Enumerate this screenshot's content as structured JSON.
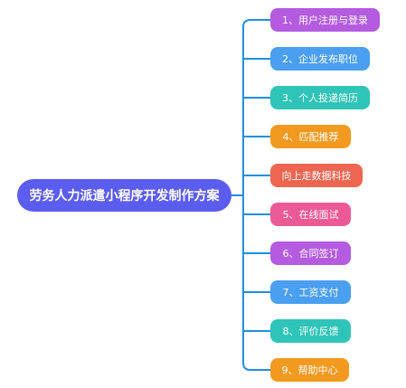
{
  "diagram": {
    "type": "mindmap",
    "root": {
      "label": "劳务人力派遣小程序开发制作方案",
      "color": "#5b5cf0"
    },
    "connector_color": "#1f8fe0",
    "branches": [
      {
        "label": "1、用户注册与登录",
        "color": "#b45be0"
      },
      {
        "label": "2、企业发布职位",
        "color": "#4a9ff0"
      },
      {
        "label": "3、个人投递简历",
        "color": "#2fc4b8"
      },
      {
        "label": "4、匹配推荐",
        "color": "#f29a1f"
      },
      {
        "label": "向上走数据科技",
        "color": "#ee6651"
      },
      {
        "label": "5、在线面试",
        "color": "#ec5a95"
      },
      {
        "label": "6、合同签订",
        "color": "#b45be0"
      },
      {
        "label": "7、工资支付",
        "color": "#4a9ff0"
      },
      {
        "label": "8、评价反馈",
        "color": "#2fc4b8"
      },
      {
        "label": "9、帮助中心",
        "color": "#f29a1f"
      }
    ]
  }
}
